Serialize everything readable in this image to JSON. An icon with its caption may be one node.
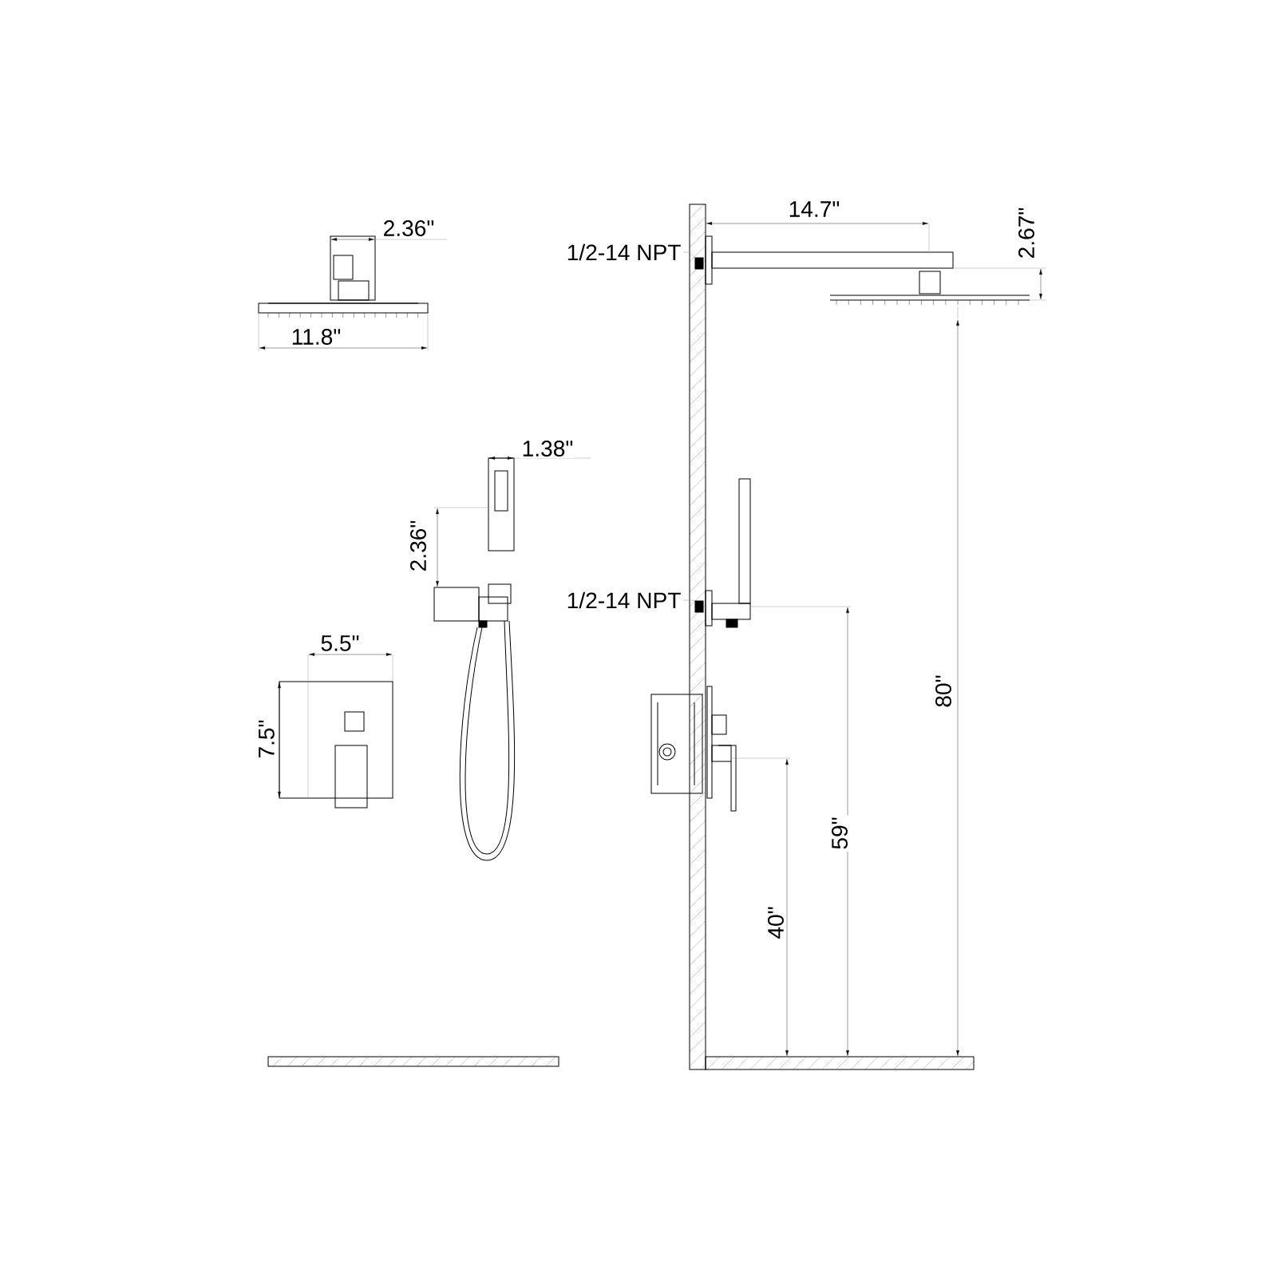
{
  "diagram": {
    "nodes": [
      {
        "text": [
          "1/2-14 NPT"
        ]
      },
      {
        "text": [],
        "shape": "box"
      },
      {
        "text": [
          "1/2-14 NPT"
        ]
      },
      {
        "text": [],
        "shape": "box"
      }
    ],
    "edges": [
      {
        "from": 0,
        "to": 1,
        "arrow": "none"
      },
      {
        "from": 2,
        "to": 3,
        "arrow": "none"
      }
    ],
    "labels": [
      "2.36\"",
      "11.8\"",
      "14.7\"",
      "2.67\"",
      "1.38\"",
      "2.36\"",
      "5.5\"",
      "7.5\"",
      "80\"",
      "59\"",
      "40\""
    ]
  }
}
